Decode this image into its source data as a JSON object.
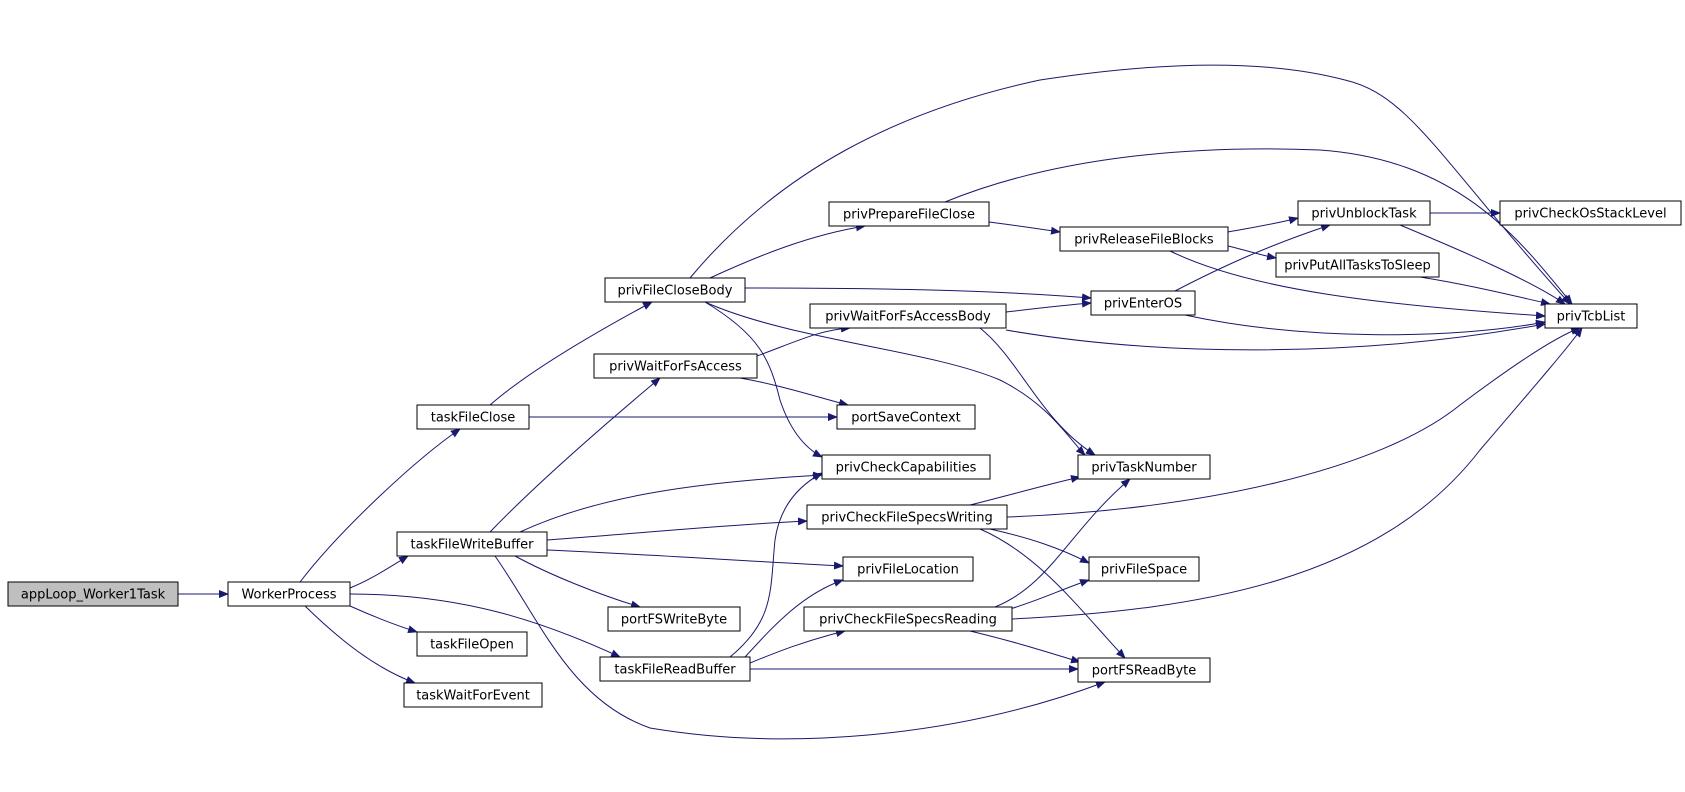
{
  "diagram": {
    "type": "call-graph",
    "edge_color": "#191970",
    "root_fill": "#bfbfbf",
    "nodes": [
      {
        "id": "appLoop_Worker1Task",
        "label": "appLoop_Worker1Task",
        "root": true
      },
      {
        "id": "WorkerProcess",
        "label": "WorkerProcess"
      },
      {
        "id": "taskFileClose",
        "label": "taskFileClose"
      },
      {
        "id": "taskFileWriteBuffer",
        "label": "taskFileWriteBuffer"
      },
      {
        "id": "taskFileOpen",
        "label": "taskFileOpen"
      },
      {
        "id": "taskWaitForEvent",
        "label": "taskWaitForEvent"
      },
      {
        "id": "taskFileReadBuffer",
        "label": "taskFileReadBuffer"
      },
      {
        "id": "privFileCloseBody",
        "label": "privFileCloseBody"
      },
      {
        "id": "privWaitForFsAccess",
        "label": "privWaitForFsAccess"
      },
      {
        "id": "portFSWriteByte",
        "label": "portFSWriteByte"
      },
      {
        "id": "privPrepareFileClose",
        "label": "privPrepareFileClose"
      },
      {
        "id": "privWaitForFsAccessBody",
        "label": "privWaitForFsAccessBody"
      },
      {
        "id": "portSaveContext",
        "label": "portSaveContext"
      },
      {
        "id": "privCheckCapabilities",
        "label": "privCheckCapabilities"
      },
      {
        "id": "privCheckFileSpecsWriting",
        "label": "privCheckFileSpecsWriting"
      },
      {
        "id": "privFileLocation",
        "label": "privFileLocation"
      },
      {
        "id": "privCheckFileSpecsReading",
        "label": "privCheckFileSpecsReading"
      },
      {
        "id": "privReleaseFileBlocks",
        "label": "privReleaseFileBlocks"
      },
      {
        "id": "privEnterOS",
        "label": "privEnterOS"
      },
      {
        "id": "privTaskNumber",
        "label": "privTaskNumber"
      },
      {
        "id": "privFileSpace",
        "label": "privFileSpace"
      },
      {
        "id": "portFSReadByte",
        "label": "portFSReadByte"
      },
      {
        "id": "privUnblockTask",
        "label": "privUnblockTask"
      },
      {
        "id": "privPutAllTasksToSleep",
        "label": "privPutAllTasksToSleep"
      },
      {
        "id": "privCheckOsStackLevel",
        "label": "privCheckOsStackLevel"
      },
      {
        "id": "privTcbList",
        "label": "privTcbList"
      }
    ],
    "edges": [
      {
        "from": "appLoop_Worker1Task",
        "to": "WorkerProcess"
      },
      {
        "from": "WorkerProcess",
        "to": "taskFileClose"
      },
      {
        "from": "WorkerProcess",
        "to": "taskFileWriteBuffer"
      },
      {
        "from": "WorkerProcess",
        "to": "taskFileOpen"
      },
      {
        "from": "WorkerProcess",
        "to": "taskWaitForEvent"
      },
      {
        "from": "WorkerProcess",
        "to": "taskFileReadBuffer"
      },
      {
        "from": "taskFileClose",
        "to": "privFileCloseBody"
      },
      {
        "from": "taskFileClose",
        "to": "portSaveContext"
      },
      {
        "from": "taskFileWriteBuffer",
        "to": "privWaitForFsAccess"
      },
      {
        "from": "taskFileWriteBuffer",
        "to": "privCheckCapabilities"
      },
      {
        "from": "taskFileWriteBuffer",
        "to": "privCheckFileSpecsWriting"
      },
      {
        "from": "taskFileWriteBuffer",
        "to": "privFileLocation"
      },
      {
        "from": "taskFileWriteBuffer",
        "to": "portFSWriteByte"
      },
      {
        "from": "taskFileWriteBuffer",
        "to": "portFSReadByte"
      },
      {
        "from": "taskFileReadBuffer",
        "to": "privCheckCapabilities"
      },
      {
        "from": "taskFileReadBuffer",
        "to": "privFileLocation"
      },
      {
        "from": "taskFileReadBuffer",
        "to": "privCheckFileSpecsReading"
      },
      {
        "from": "taskFileReadBuffer",
        "to": "portFSReadByte"
      },
      {
        "from": "privFileCloseBody",
        "to": "privPrepareFileClose"
      },
      {
        "from": "privFileCloseBody",
        "to": "privEnterOS"
      },
      {
        "from": "privFileCloseBody",
        "to": "privTcbList"
      },
      {
        "from": "privFileCloseBody",
        "to": "privCheckCapabilities"
      },
      {
        "from": "privFileCloseBody",
        "to": "privTaskNumber"
      },
      {
        "from": "privWaitForFsAccess",
        "to": "privWaitForFsAccessBody"
      },
      {
        "from": "privWaitForFsAccess",
        "to": "portSaveContext"
      },
      {
        "from": "privPrepareFileClose",
        "to": "privReleaseFileBlocks"
      },
      {
        "from": "privPrepareFileClose",
        "to": "privTcbList"
      },
      {
        "from": "privWaitForFsAccessBody",
        "to": "privEnterOS"
      },
      {
        "from": "privWaitForFsAccessBody",
        "to": "privTcbList"
      },
      {
        "from": "privWaitForFsAccessBody",
        "to": "privTaskNumber"
      },
      {
        "from": "privCheckFileSpecsWriting",
        "to": "privTaskNumber"
      },
      {
        "from": "privCheckFileSpecsWriting",
        "to": "privTcbList"
      },
      {
        "from": "privCheckFileSpecsWriting",
        "to": "privFileSpace"
      },
      {
        "from": "privCheckFileSpecsWriting",
        "to": "portFSReadByte"
      },
      {
        "from": "privCheckFileSpecsReading",
        "to": "privTaskNumber"
      },
      {
        "from": "privCheckFileSpecsReading",
        "to": "privFileSpace"
      },
      {
        "from": "privCheckFileSpecsReading",
        "to": "privTcbList"
      },
      {
        "from": "privCheckFileSpecsReading",
        "to": "portFSReadByte"
      },
      {
        "from": "privReleaseFileBlocks",
        "to": "privUnblockTask"
      },
      {
        "from": "privReleaseFileBlocks",
        "to": "privPutAllTasksToSleep"
      },
      {
        "from": "privReleaseFileBlocks",
        "to": "privTcbList"
      },
      {
        "from": "privEnterOS",
        "to": "privUnblockTask"
      },
      {
        "from": "privEnterOS",
        "to": "privTcbList"
      },
      {
        "from": "privUnblockTask",
        "to": "privCheckOsStackLevel"
      },
      {
        "from": "privUnblockTask",
        "to": "privTcbList"
      },
      {
        "from": "privPutAllTasksToSleep",
        "to": "privTcbList"
      }
    ]
  }
}
